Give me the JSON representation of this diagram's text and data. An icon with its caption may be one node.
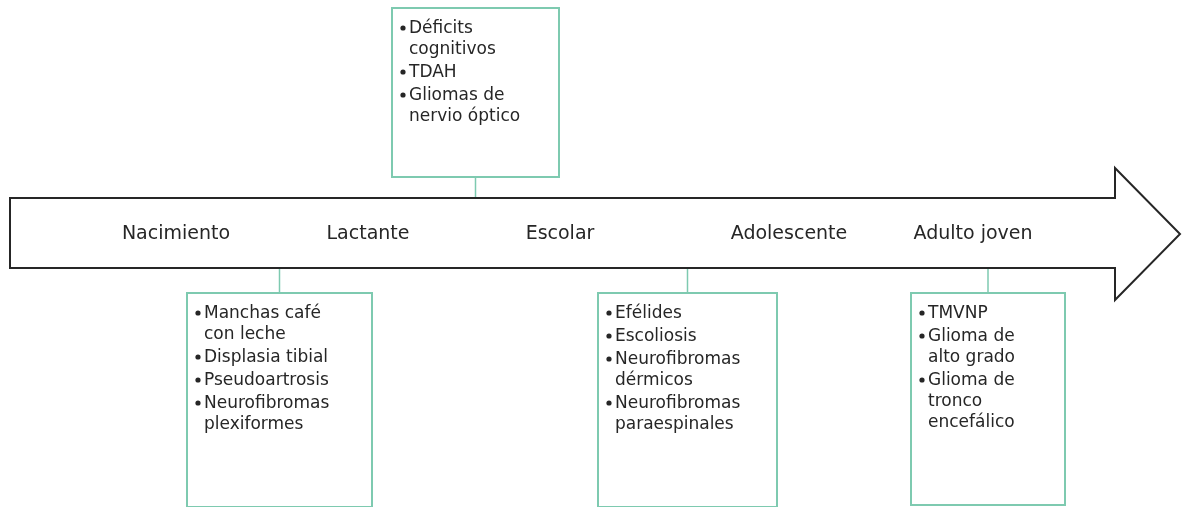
{
  "diagram": {
    "nodes": [
      {
        "text": [
          "Nacimiento",
          "Lactante",
          "Escolar",
          "Adolescente",
          "Adulto joven"
        ]
      },
      {
        "text": [
          "Déficits cognitivos",
          "TDAH",
          "Gliomas de nervio óptico"
        ]
      },
      {
        "text": [
          "Manchas café con leche",
          "Displasia tibial",
          "Pseudoartrosis",
          "Neurofibromas plexiformes"
        ]
      },
      {
        "text": [
          "Efélides",
          "Escoliosis",
          "Neurofibromas dérmicos",
          "Neurofibromas paraespinales"
        ]
      },
      {
        "text": [
          "TMVNP",
          "Glioma de alto grado",
          "Glioma de tronco encefálico"
        ]
      }
    ],
    "edges": [
      {
        "from": 1,
        "to": 0,
        "arrow": "none"
      },
      {
        "from": 2,
        "to": 0,
        "arrow": "none"
      },
      {
        "from": 3,
        "to": 0,
        "arrow": "none"
      },
      {
        "from": 4,
        "to": 0,
        "arrow": "none"
      }
    ]
  }
}
